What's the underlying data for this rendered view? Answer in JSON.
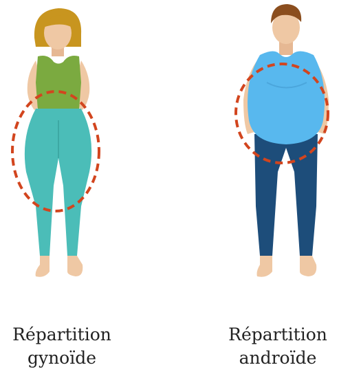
{
  "figures": [
    {
      "id": "gynoid",
      "caption_line1": "Répartition",
      "caption_line2": "gynoïde",
      "colors": {
        "hair": "#C8951F",
        "skin": "#EFC8A4",
        "shirt": "#7BAA40",
        "pants": "#4BBDB8",
        "highlight": "#D2451E"
      }
    },
    {
      "id": "android",
      "caption_line1": "Répartition",
      "caption_line2": "androïde",
      "colors": {
        "hair": "#8B4E1E",
        "skin": "#EFC8A4",
        "shirt": "#58B8EE",
        "pants": "#1D4D7A",
        "highlight": "#D2451E"
      }
    }
  ]
}
